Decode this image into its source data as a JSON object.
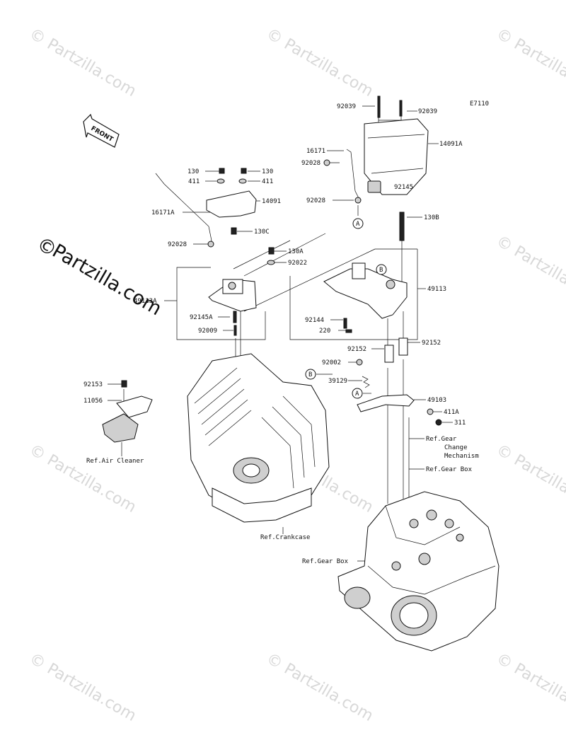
{
  "diagram_code": "E7110",
  "front_arrow_label": "FRONT",
  "watermark": {
    "tile_text": "© Partzilla.com",
    "main_copy": "©",
    "main_text": "Partzilla.com"
  },
  "labels": {
    "l92039a": "92039",
    "l92039b": "92039",
    "l14091A": "14091A",
    "l16171": "16171",
    "l92028a": "92028",
    "l92145": "92145",
    "l92028b": "92028",
    "lA1": "A",
    "l130a": "130",
    "l130b": "130",
    "l411a": "411",
    "l411b": "411",
    "l14091": "14091",
    "l16171A": "16171A",
    "l130C": "130C",
    "l92028c": "92028",
    "l130A": "130A",
    "l92022": "92022",
    "l49113A": "49113A",
    "l92145A": "92145A",
    "l92009": "92009",
    "l130B": "130B",
    "lB1": "B",
    "l49113": "49113",
    "l92144": "92144",
    "l220": "220",
    "l92152a": "92152",
    "l92152b": "92152",
    "l92002": "92002",
    "lB2": "B",
    "l39129": "39129",
    "lA2": "A",
    "l49103": "49103",
    "l411A": "411A",
    "l311": "311",
    "l92153": "92153",
    "l11056": "11056",
    "refAir": "Ref.Air Cleaner",
    "refGearChange1": "Ref.Gear",
    "refGearChange2": "Change",
    "refGearChange3": "Mechanism",
    "refGearBox1": "Ref.Gear Box",
    "refCrankcase": "Ref.Crankcase",
    "refGearBox2": "Ref.Gear Box"
  }
}
